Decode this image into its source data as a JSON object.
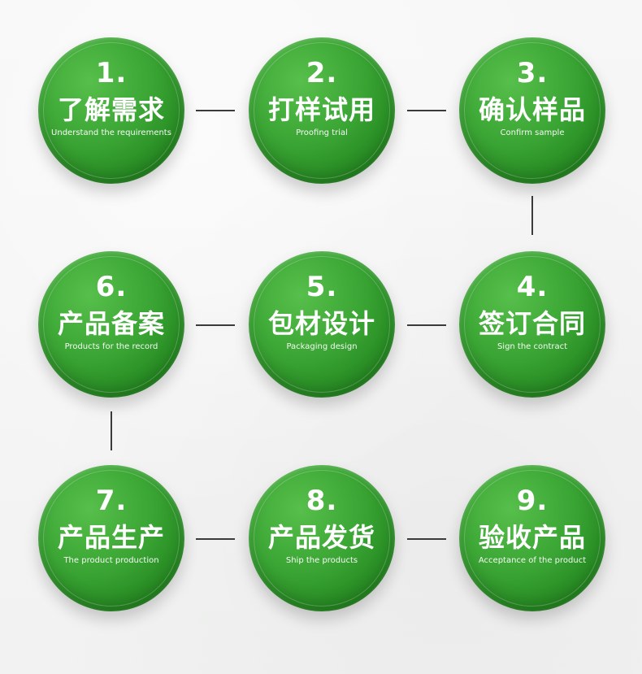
{
  "steps": [
    {
      "num": "1.",
      "title": "了解需求",
      "subtitle": "Understand the requirements"
    },
    {
      "num": "2.",
      "title": "打样试用",
      "subtitle": "Proofing trial"
    },
    {
      "num": "3.",
      "title": "确认样品",
      "subtitle": "Confirm sample"
    },
    {
      "num": "4.",
      "title": "签订合同",
      "subtitle": "Sign the contract"
    },
    {
      "num": "5.",
      "title": "包材设计",
      "subtitle": "Packaging design"
    },
    {
      "num": "6.",
      "title": "产品备案",
      "subtitle": "Products for the record"
    },
    {
      "num": "7.",
      "title": "产品生产",
      "subtitle": "The product production"
    },
    {
      "num": "8.",
      "title": "产品发货",
      "subtitle": "Ship the products"
    },
    {
      "num": "9.",
      "title": "验收产品",
      "subtitle": "Acceptance of the product"
    }
  ],
  "colors": {
    "circle_green": "#3aa534",
    "connector": "#3b3b3b",
    "background": "#f4f5f4",
    "text": "#ffffff"
  }
}
